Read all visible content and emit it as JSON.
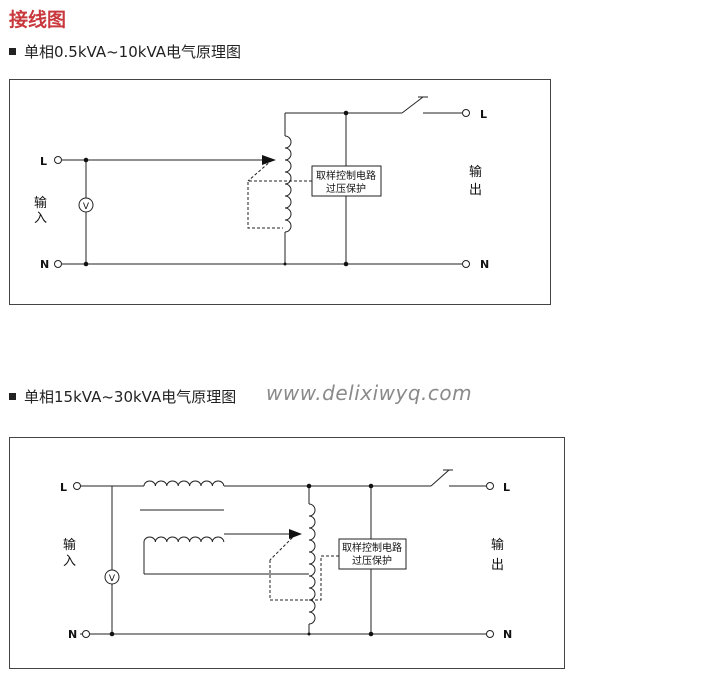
{
  "title": "接线图",
  "diagrams": [
    {
      "caption": "单相0.5kVA~10kVA电气原理图",
      "input_label": [
        "输",
        "入"
      ],
      "output_label": [
        "输",
        "出"
      ],
      "terminal_L": "L",
      "terminal_N": "N",
      "voltmeter": "V",
      "control_box": [
        "取样控制电路",
        "过压保护"
      ]
    },
    {
      "caption": "单相15kVA~30kVA电气原理图",
      "input_label": [
        "输",
        "入"
      ],
      "output_label": [
        "输",
        "出"
      ],
      "terminal_L": "L",
      "terminal_N": "N",
      "voltmeter": "V",
      "control_box": [
        "取样控制电路",
        "过压保护"
      ]
    }
  ],
  "watermark": "www.delixiwyq.com"
}
